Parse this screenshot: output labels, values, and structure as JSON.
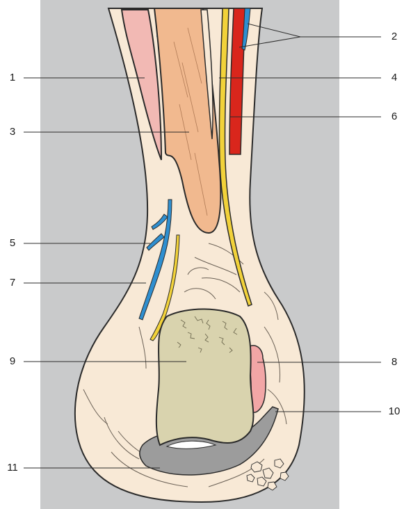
{
  "colors": {
    "panel_background": "#c9cacb",
    "soft_tissue": "#f8e9d6",
    "muscle_pink": "#f2b9b4",
    "muscle_orange": "#f1b98f",
    "artery_red": "#d9261c",
    "vein_blue": "#2f8fd0",
    "nerve_yellow": "#f2d23a",
    "bone_fill": "#d9d3ae",
    "cartilage_gray": "#9c9c9c",
    "line": "#2a2a2a"
  },
  "labels": {
    "left": [
      "1",
      "3",
      "5",
      "7",
      "9",
      "11"
    ],
    "right": [
      "2",
      "4",
      "6",
      "8",
      "10"
    ]
  }
}
